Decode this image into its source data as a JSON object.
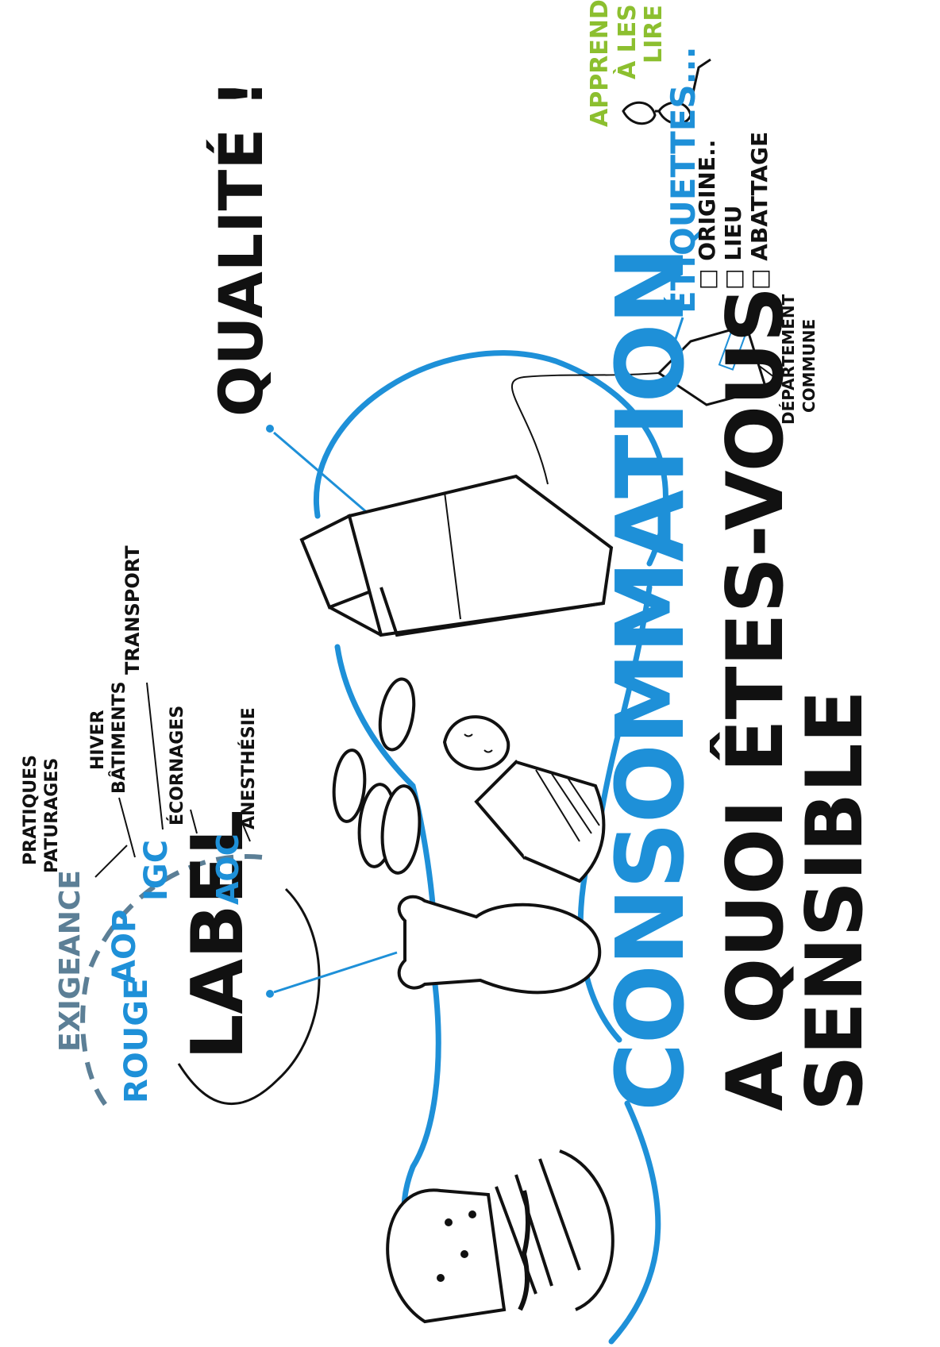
{
  "colors": {
    "ink": "#111111",
    "blue": "#1e90d8",
    "green": "#8cbf2f",
    "grey": "#5c7f96"
  },
  "title": {
    "main": "CONSOMMATION",
    "line1": "A QUOI ÊTES-VOUS",
    "line2": "SENSIBLE"
  },
  "label": {
    "heading": "LABEL",
    "rouge": "ROUGE",
    "aop": "AOP",
    "igc": "IGC",
    "aoc": "AOC",
    "exigeance": "EXIGEANCE",
    "pratiques": "PRATIQUES",
    "paturages": "PATURAGES",
    "hiver": "HIVER",
    "batiments": "BÂTIMENTS",
    "transport": "TRANSPORT",
    "ecornages": "ÉCORNAGES",
    "anesthesie": "ANESTHÉSIE"
  },
  "qualite": "QUALITÉ !",
  "etiquettes": {
    "heading": "ÉTIQUETTES...",
    "items": [
      "ORIGINE..",
      "LIEU",
      "ABATTAGE"
    ],
    "departement": "DÉPARTEMENT",
    "commune": "COMMUNE",
    "apprendre": [
      "APPRENDRE",
      "À LES",
      "LIRE"
    ]
  },
  "icons": [
    "burger-icon",
    "chicken-leg-icon",
    "yogurt-cup-icon",
    "eggs-icon",
    "nugget-icon",
    "milk-carton-icon",
    "glasses-icon",
    "price-tag-icon"
  ]
}
